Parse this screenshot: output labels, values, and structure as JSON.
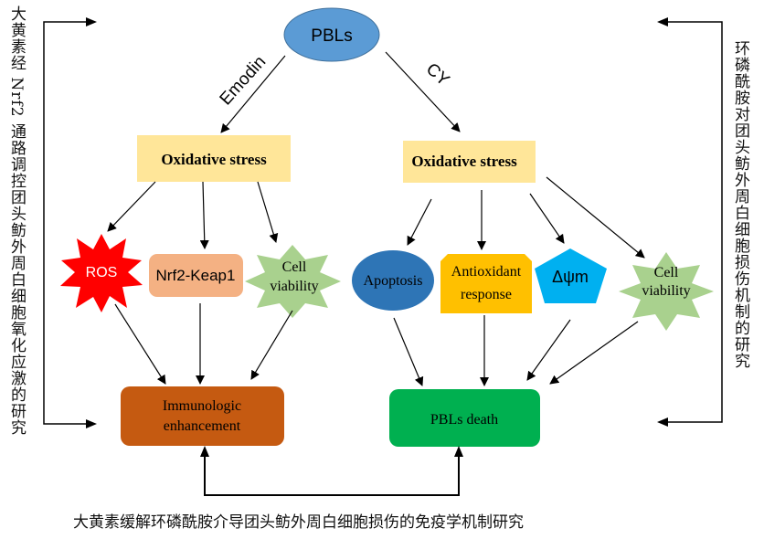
{
  "nodes": {
    "pbls": "PBLs",
    "emodin": "Emodin",
    "cy": "CY",
    "oxidative_left": "Oxidative stress",
    "oxidative_right": "Oxidative stress",
    "ros": "ROS",
    "nrf2": "Nrf2-Keap1",
    "cell_viability_left": [
      "Cell",
      "viability"
    ],
    "apoptosis": "Apoptosis",
    "antioxidant": [
      "Antioxidant",
      "response"
    ],
    "delta_psi": "Δψm",
    "cell_viability_right": [
      "Cell",
      "viability"
    ],
    "immunologic": [
      "Immunologic",
      "enhancement"
    ],
    "pbls_death": "PBLs death"
  },
  "side_labels": {
    "left": "大黄素经 Nrf2 通路调控团头鲂外周白细胞氧化应激的研究",
    "right": "环磷酰胺对团头鲂外周白细胞损伤机制的研究"
  },
  "caption": "大黄素缓解环磷酰胺介导团头鲂外周白细胞损伤的免疫学机制研究",
  "colors": {
    "pbls_fill": "#5b9bd5",
    "oxidative_fill": "#ffe699",
    "ros_fill": "#ff0000",
    "nrf2_fill": "#f4b183",
    "cell_viability_fill": "#a9d18e",
    "apoptosis_fill": "#2e75b6",
    "antioxidant_fill": "#ffc000",
    "delta_psi_fill": "#00b0f0",
    "immunologic_fill": "#c55a11",
    "pbls_death_fill": "#00b050"
  }
}
